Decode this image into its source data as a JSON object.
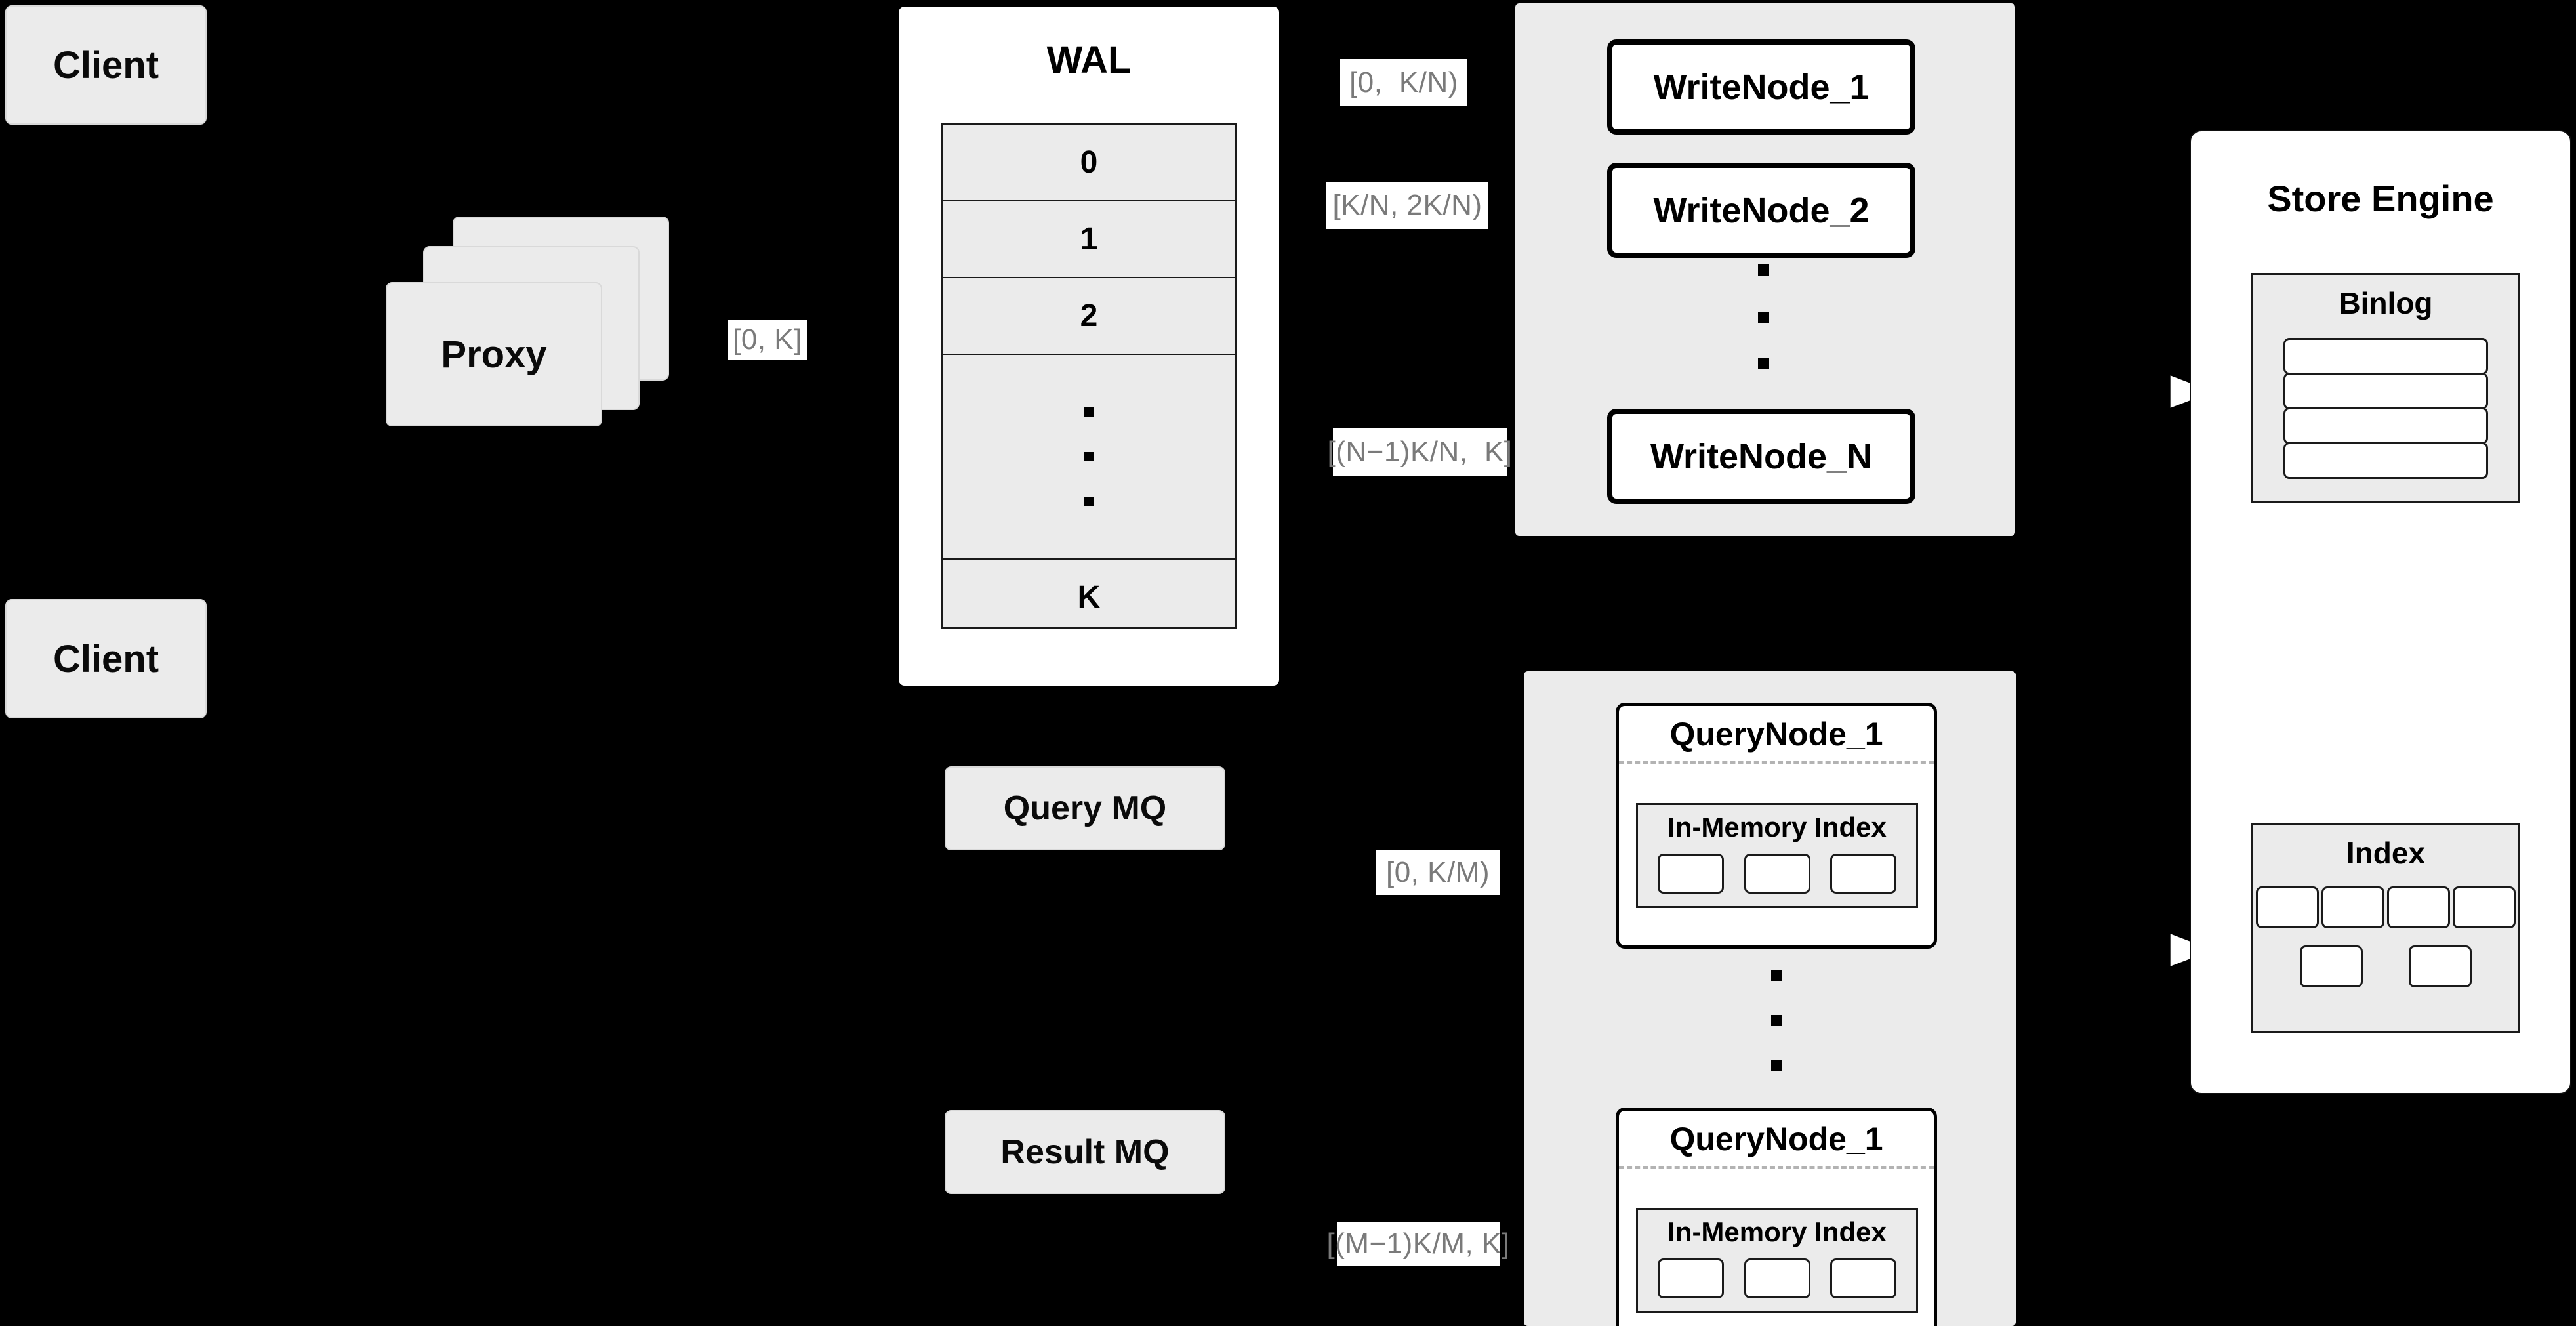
{
  "diagram": {
    "title": "Distributed Write/Query Architecture",
    "colors": {
      "background": "#000000",
      "box_fill": "#ebebeb",
      "panel_fill": "#ebebeb",
      "card_fill": "#ffffff",
      "stroke": "#000000",
      "label_text": "#7a7a7a",
      "dashed_divider": "#b3b3b3"
    }
  },
  "clients": [
    {
      "label": "Client"
    },
    {
      "label": "Client"
    }
  ],
  "proxy": {
    "label": "Proxy",
    "stack_count": 3
  },
  "wal": {
    "title": "WAL",
    "rows": [
      "0",
      "1",
      "2",
      "",
      "K"
    ],
    "ellipsis_row_index": 3,
    "ellipsis_dots": 3
  },
  "write_group": {
    "nodes": [
      {
        "label": "WriteNode_1"
      },
      {
        "label": "WriteNode_2"
      },
      {
        "label": "WriteNode_N"
      }
    ],
    "ellipsis_dots": 3
  },
  "query_group": {
    "nodes": [
      {
        "label": "QueryNode_1",
        "index_title": "In-Memory Index",
        "slot_count": 3
      },
      {
        "label": "QueryNode_1",
        "index_title": "In-Memory Index",
        "slot_count": 3
      }
    ],
    "ellipsis_dots": 3
  },
  "message_queues": [
    {
      "label": "Query MQ"
    },
    {
      "label": "Result MQ"
    }
  ],
  "store_engine": {
    "title": "Store Engine",
    "binlog": {
      "title": "Binlog",
      "row_count": 4
    },
    "index": {
      "title": "Index",
      "slot_count": 6,
      "columns": 3
    }
  },
  "edge_labels": {
    "proxy_to_wal": "[0, K]",
    "wal_to_write_1": "[0,  K/N)",
    "wal_to_write_2": "[K/N, 2K/N)",
    "wal_to_write_n": "[(N−1)K/N,  K]",
    "mq_to_query_1": "[0, K/M)",
    "mq_to_query_m": "[(M−1)K/M, K]"
  }
}
